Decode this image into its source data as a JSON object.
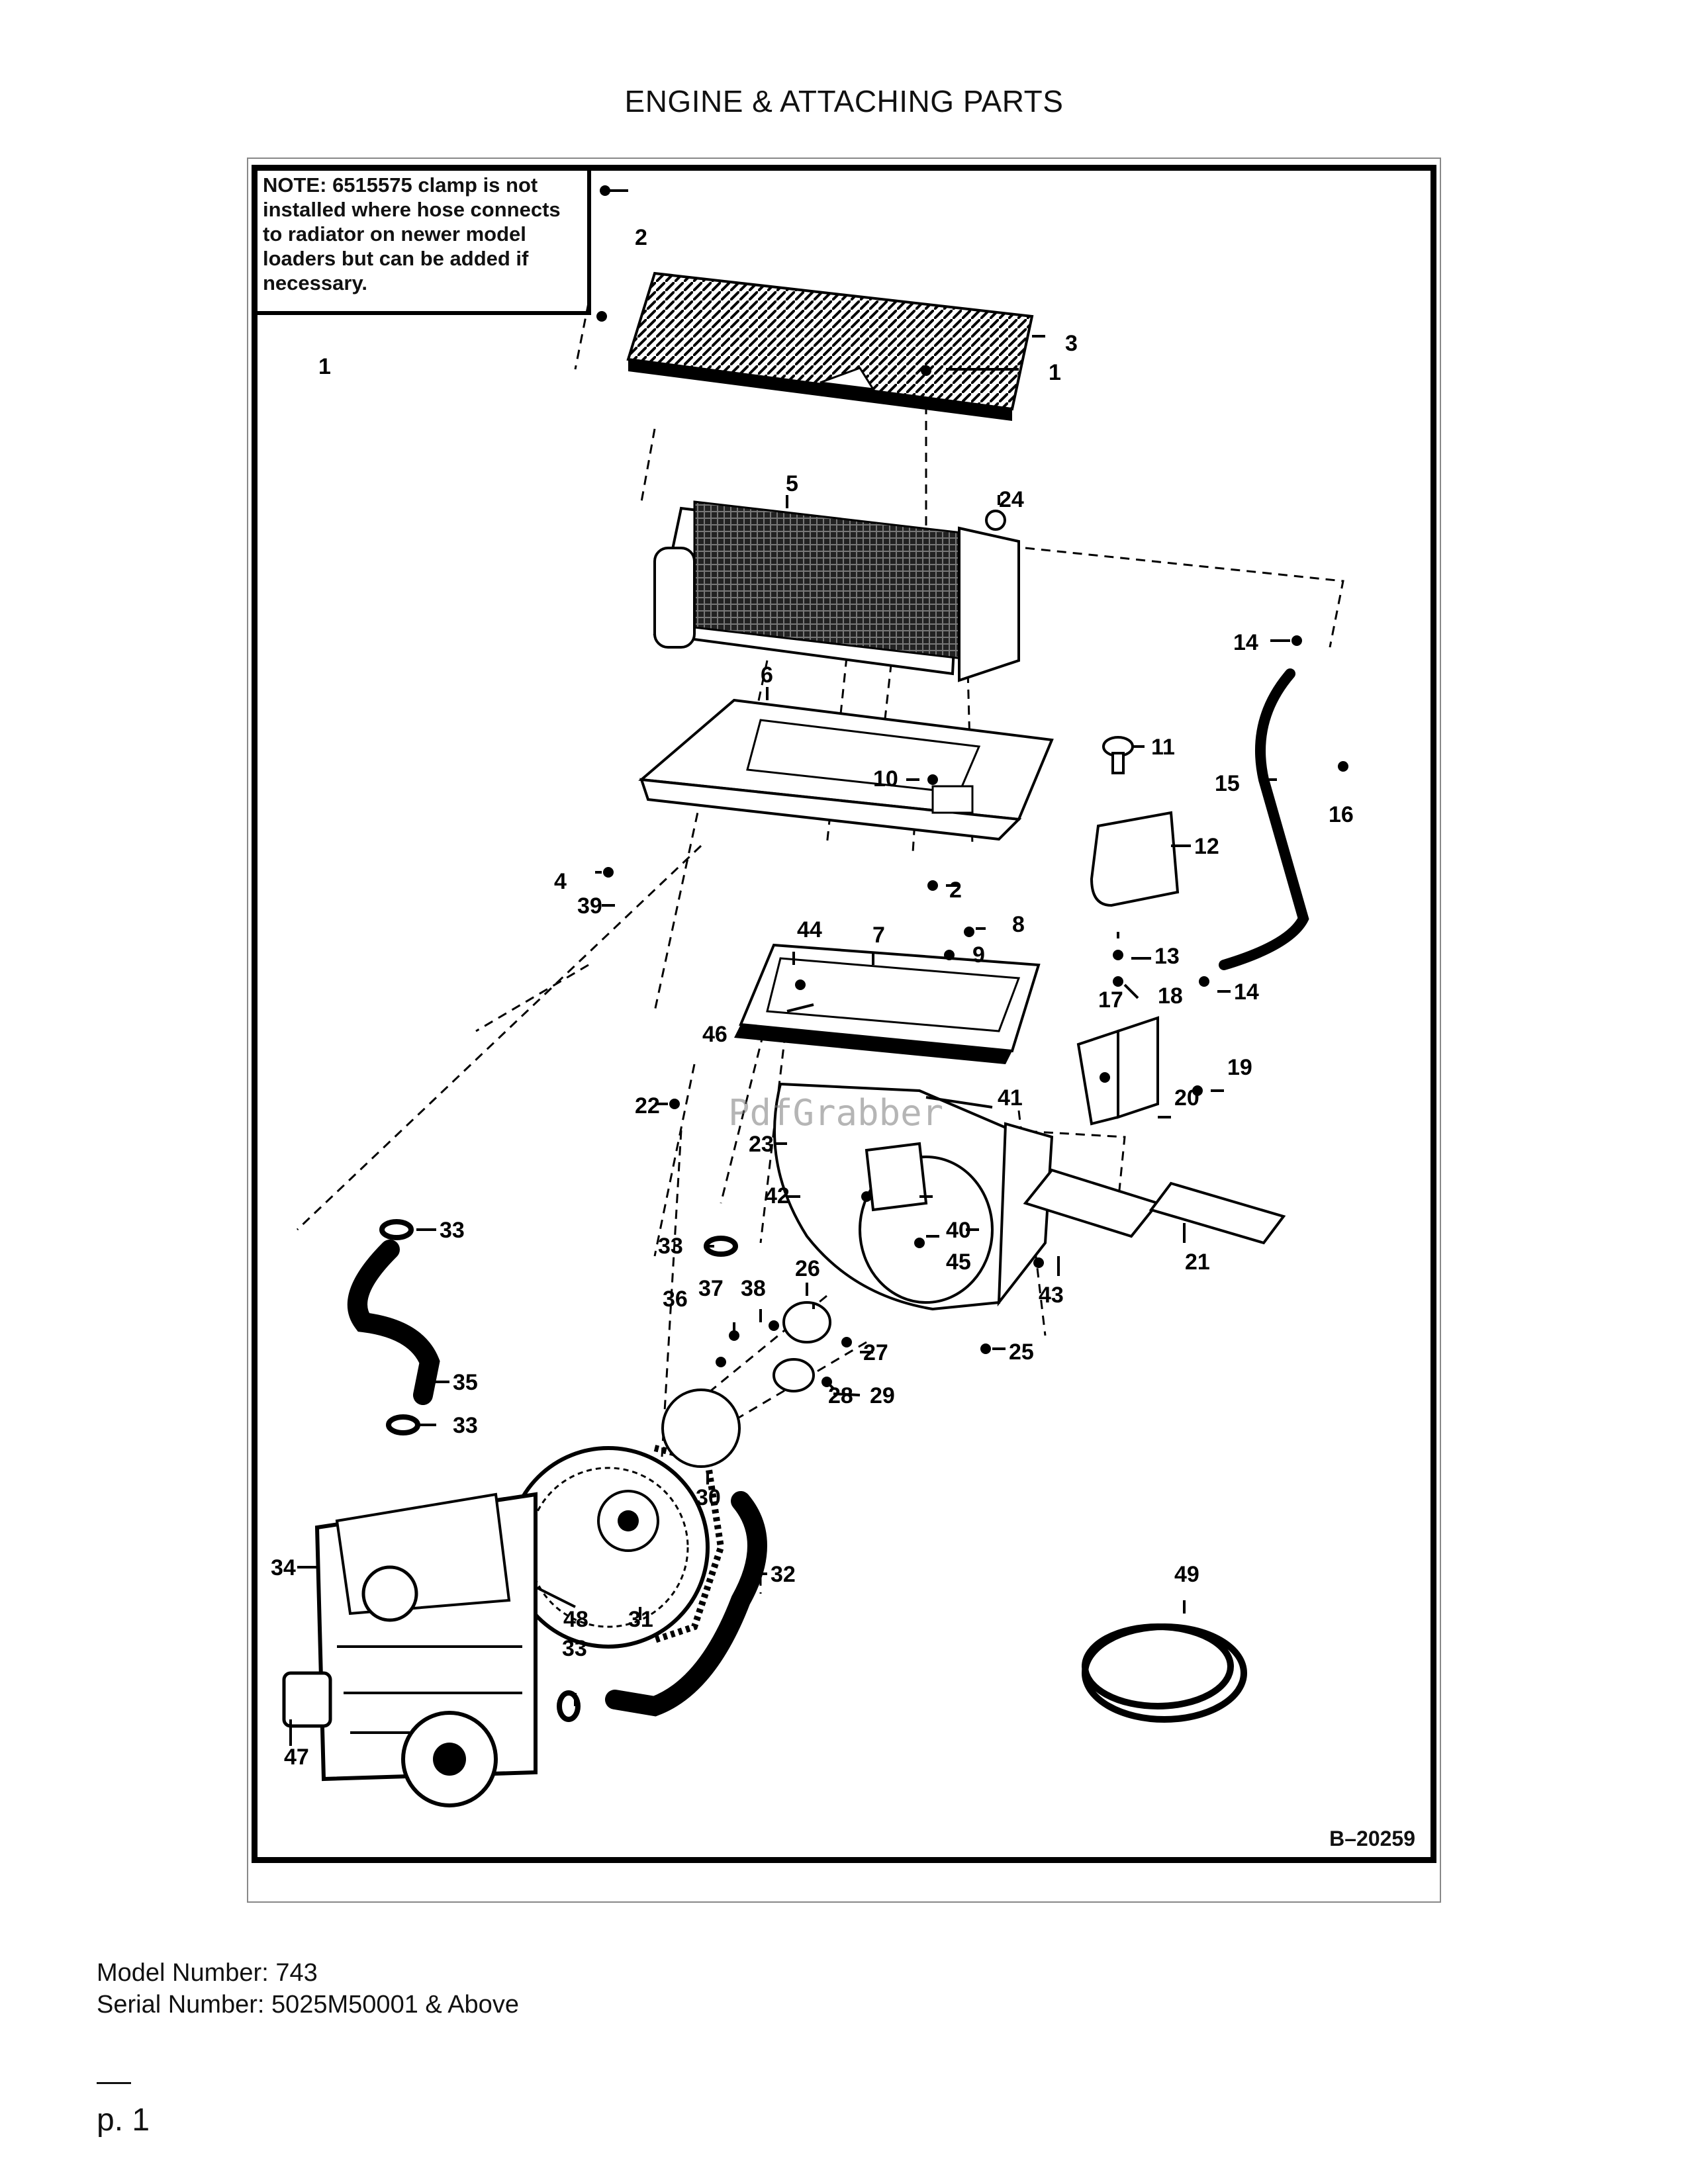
{
  "page": {
    "title": "ENGINE & ATTACHING PARTS",
    "model_number": "Model Number: 743",
    "serial_number": "Serial Number: 5025M50001 & Above",
    "page_label": "p. 1"
  },
  "diagram": {
    "note_label": "NOTE:",
    "note_text": "6515575 clamp is not installed where hose connects to radiator on newer model loaders but can be added if necessary.",
    "drawing_code": "B–20259",
    "watermark": "PdfGrabber",
    "callouts": [
      "1",
      "1",
      "2",
      "2",
      "3",
      "4",
      "5",
      "6",
      "7",
      "8",
      "9",
      "10",
      "11",
      "12",
      "13",
      "14",
      "14",
      "15",
      "16",
      "17",
      "18",
      "19",
      "20",
      "21",
      "22",
      "23",
      "24",
      "25",
      "26",
      "27",
      "28",
      "29",
      "30",
      "31",
      "32",
      "33",
      "33",
      "33",
      "33",
      "34",
      "35",
      "36",
      "37",
      "38",
      "39",
      "40",
      "41",
      "42",
      "43",
      "44",
      "45",
      "46",
      "47",
      "48",
      "49"
    ]
  },
  "colors": {
    "ink": "#000000",
    "frame": "#888888",
    "paper": "#ffffff"
  }
}
